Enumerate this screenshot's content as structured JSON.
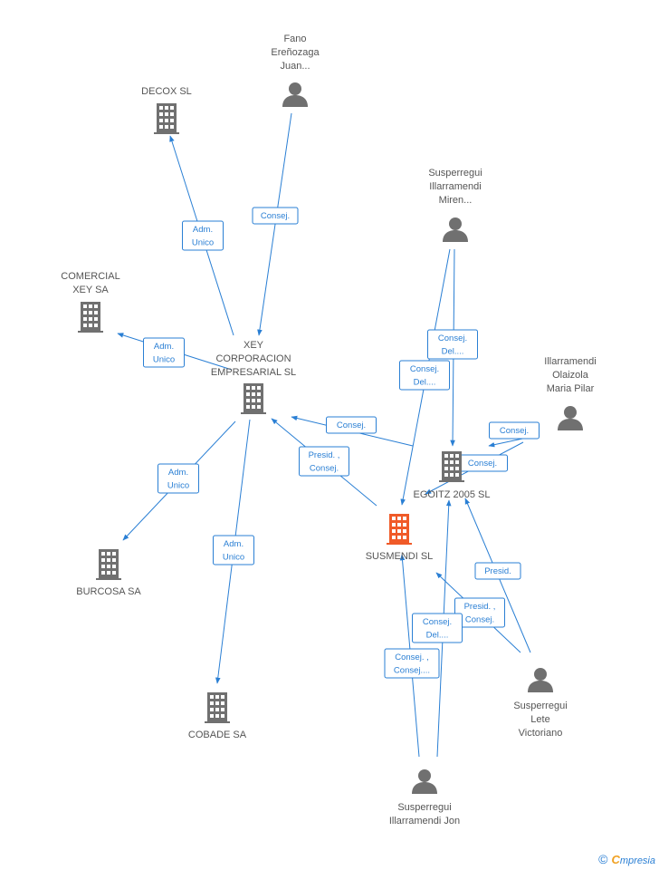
{
  "colors": {
    "accent": "#2a7fd4",
    "node": "#707070",
    "focus": "#f05a28",
    "text": "#555555",
    "brand": "#f0a020"
  },
  "nodes": [
    {
      "id": "fano",
      "type": "person",
      "label": [
        "Fano",
        "Ereñozaga",
        "Juan..."
      ]
    },
    {
      "id": "decox",
      "type": "company",
      "label": [
        "DECOX SL"
      ]
    },
    {
      "id": "comercial",
      "type": "company",
      "label": [
        "COMERCIAL",
        "XEY SA"
      ]
    },
    {
      "id": "xey",
      "type": "company",
      "label": [
        "XEY",
        "CORPORACION",
        "EMPRESARIAL SL"
      ]
    },
    {
      "id": "burcosa",
      "type": "company",
      "label": [
        "BURCOSA SA"
      ]
    },
    {
      "id": "cobade",
      "type": "company",
      "label": [
        "COBADE SA"
      ]
    },
    {
      "id": "miren",
      "type": "person",
      "label": [
        "Susperregui",
        "Illarramendi",
        "Miren..."
      ]
    },
    {
      "id": "illarramendi",
      "type": "person",
      "label": [
        "Illarramendi",
        "Olaizola",
        "Maria Pilar"
      ]
    },
    {
      "id": "egoitz",
      "type": "company",
      "label": [
        "EGOITZ 2005 SL"
      ]
    },
    {
      "id": "susmendi",
      "type": "company",
      "focus": true,
      "label": [
        "SUSMENDI SL"
      ]
    },
    {
      "id": "victoriano",
      "type": "person",
      "label": [
        "Susperregui",
        "Lete",
        "Victoriano"
      ]
    },
    {
      "id": "jon",
      "type": "person",
      "label": [
        "Susperregui",
        "Illarramendi Jon"
      ]
    }
  ],
  "edges": [
    {
      "id": "e1",
      "label": [
        "Adm.",
        "Unico"
      ]
    },
    {
      "id": "e2",
      "label": [
        "Consej."
      ]
    },
    {
      "id": "e3",
      "label": [
        "Adm.",
        "Unico"
      ]
    },
    {
      "id": "e4",
      "label": [
        "Adm.",
        "Unico"
      ]
    },
    {
      "id": "e5",
      "label": [
        "Adm.",
        "Unico"
      ]
    },
    {
      "id": "e6",
      "label": [
        "Consej."
      ]
    },
    {
      "id": "e7",
      "label": [
        "Presid. ,",
        "Consej."
      ]
    },
    {
      "id": "e8",
      "label": [
        "Consej.",
        "Del...."
      ]
    },
    {
      "id": "e9",
      "label": [
        "Consej.",
        "Del...."
      ]
    },
    {
      "id": "e10",
      "label": [
        "Consej."
      ]
    },
    {
      "id": "e11",
      "label": [
        "Consej."
      ]
    },
    {
      "id": "e12",
      "label": [
        "Presid."
      ]
    },
    {
      "id": "e13",
      "label": [
        "Presid. ,",
        "Consej."
      ]
    },
    {
      "id": "e14",
      "label": [
        "Consej.",
        "Del...."
      ]
    },
    {
      "id": "e15",
      "label": [
        "Consej. ,",
        "Consej...."
      ]
    }
  ],
  "brand": {
    "copyright": "©",
    "first": "C",
    "rest": "mpresia"
  }
}
